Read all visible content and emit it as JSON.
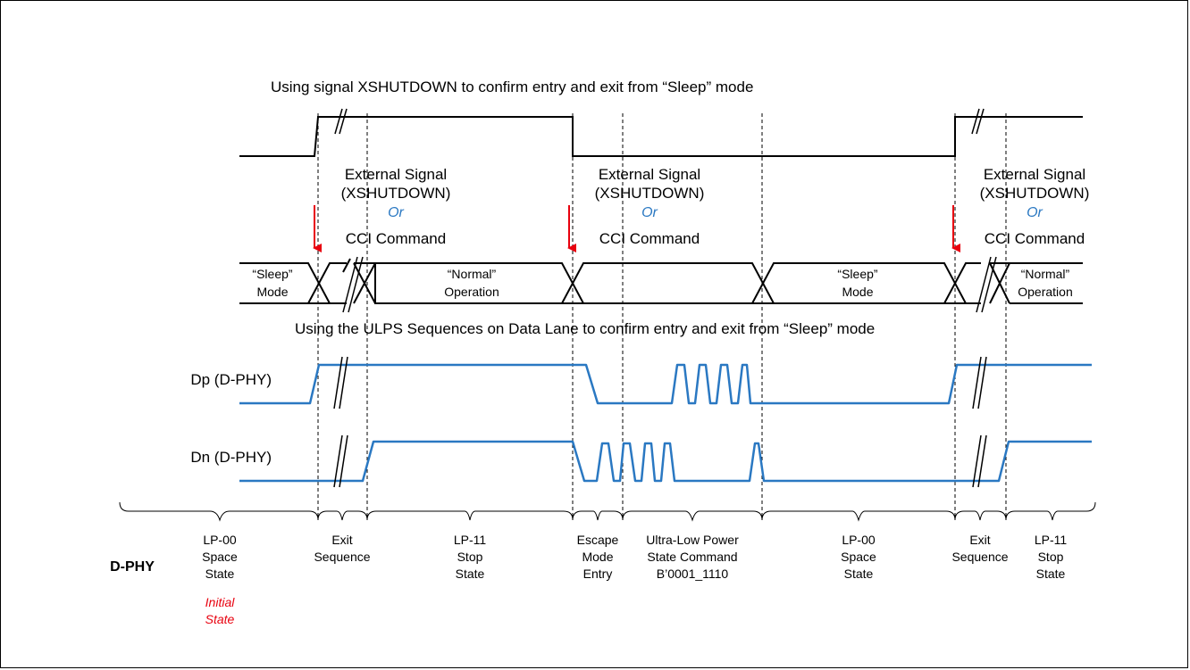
{
  "titles": {
    "xshutdown": "Using signal XSHUTDOWN to confirm entry and exit from “Sleep” mode",
    "ulps": "Using the ULPS Sequences on Data Lane to confirm entry and exit from “Sleep” mode"
  },
  "triggers": [
    {
      "line1": "External Signal",
      "line2": "(XSHUTDOWN)",
      "or": "Or",
      "line3": "CCI Command"
    },
    {
      "line1": "External Signal",
      "line2": "(XSHUTDOWN)",
      "or": "Or",
      "line3": "CCI Command"
    },
    {
      "line1": "External Signal",
      "line2": "(XSHUTDOWN)",
      "or": "Or",
      "line3": "CCI Command"
    }
  ],
  "bus_states": [
    {
      "line1": "“Sleep”",
      "line2": "Mode"
    },
    {
      "line1": "“Normal”",
      "line2": "Operation"
    },
    {
      "line1": "“Sleep”",
      "line2": "Mode"
    },
    {
      "line1": "“Normal”",
      "line2": "Operation"
    }
  ],
  "signals": {
    "dp": "Dp (D-PHY)",
    "dn": "Dn (D-PHY)"
  },
  "row_label": "D-PHY",
  "states": [
    {
      "lines": [
        "LP-00",
        "Space",
        "State"
      ]
    },
    {
      "lines": [
        "Exit",
        "Sequence"
      ]
    },
    {
      "lines": [
        "LP-11",
        "Stop",
        "State"
      ]
    },
    {
      "lines": [
        "Escape",
        "Mode",
        "Entry"
      ]
    },
    {
      "lines": [
        "Ultra-Low Power",
        "State Command",
        "B’0001_1110"
      ]
    },
    {
      "lines": [
        "LP-00",
        "Space",
        "State"
      ]
    },
    {
      "lines": [
        "Exit",
        "Sequence"
      ]
    },
    {
      "lines": [
        "LP-11",
        "Stop",
        "State"
      ]
    }
  ],
  "initial_state": {
    "line1": "Initial",
    "line2": "State"
  },
  "colors": {
    "signal_blue": "#2a78c2",
    "arrow_red": "#e8000e",
    "or_blue": "#2a78c2"
  }
}
